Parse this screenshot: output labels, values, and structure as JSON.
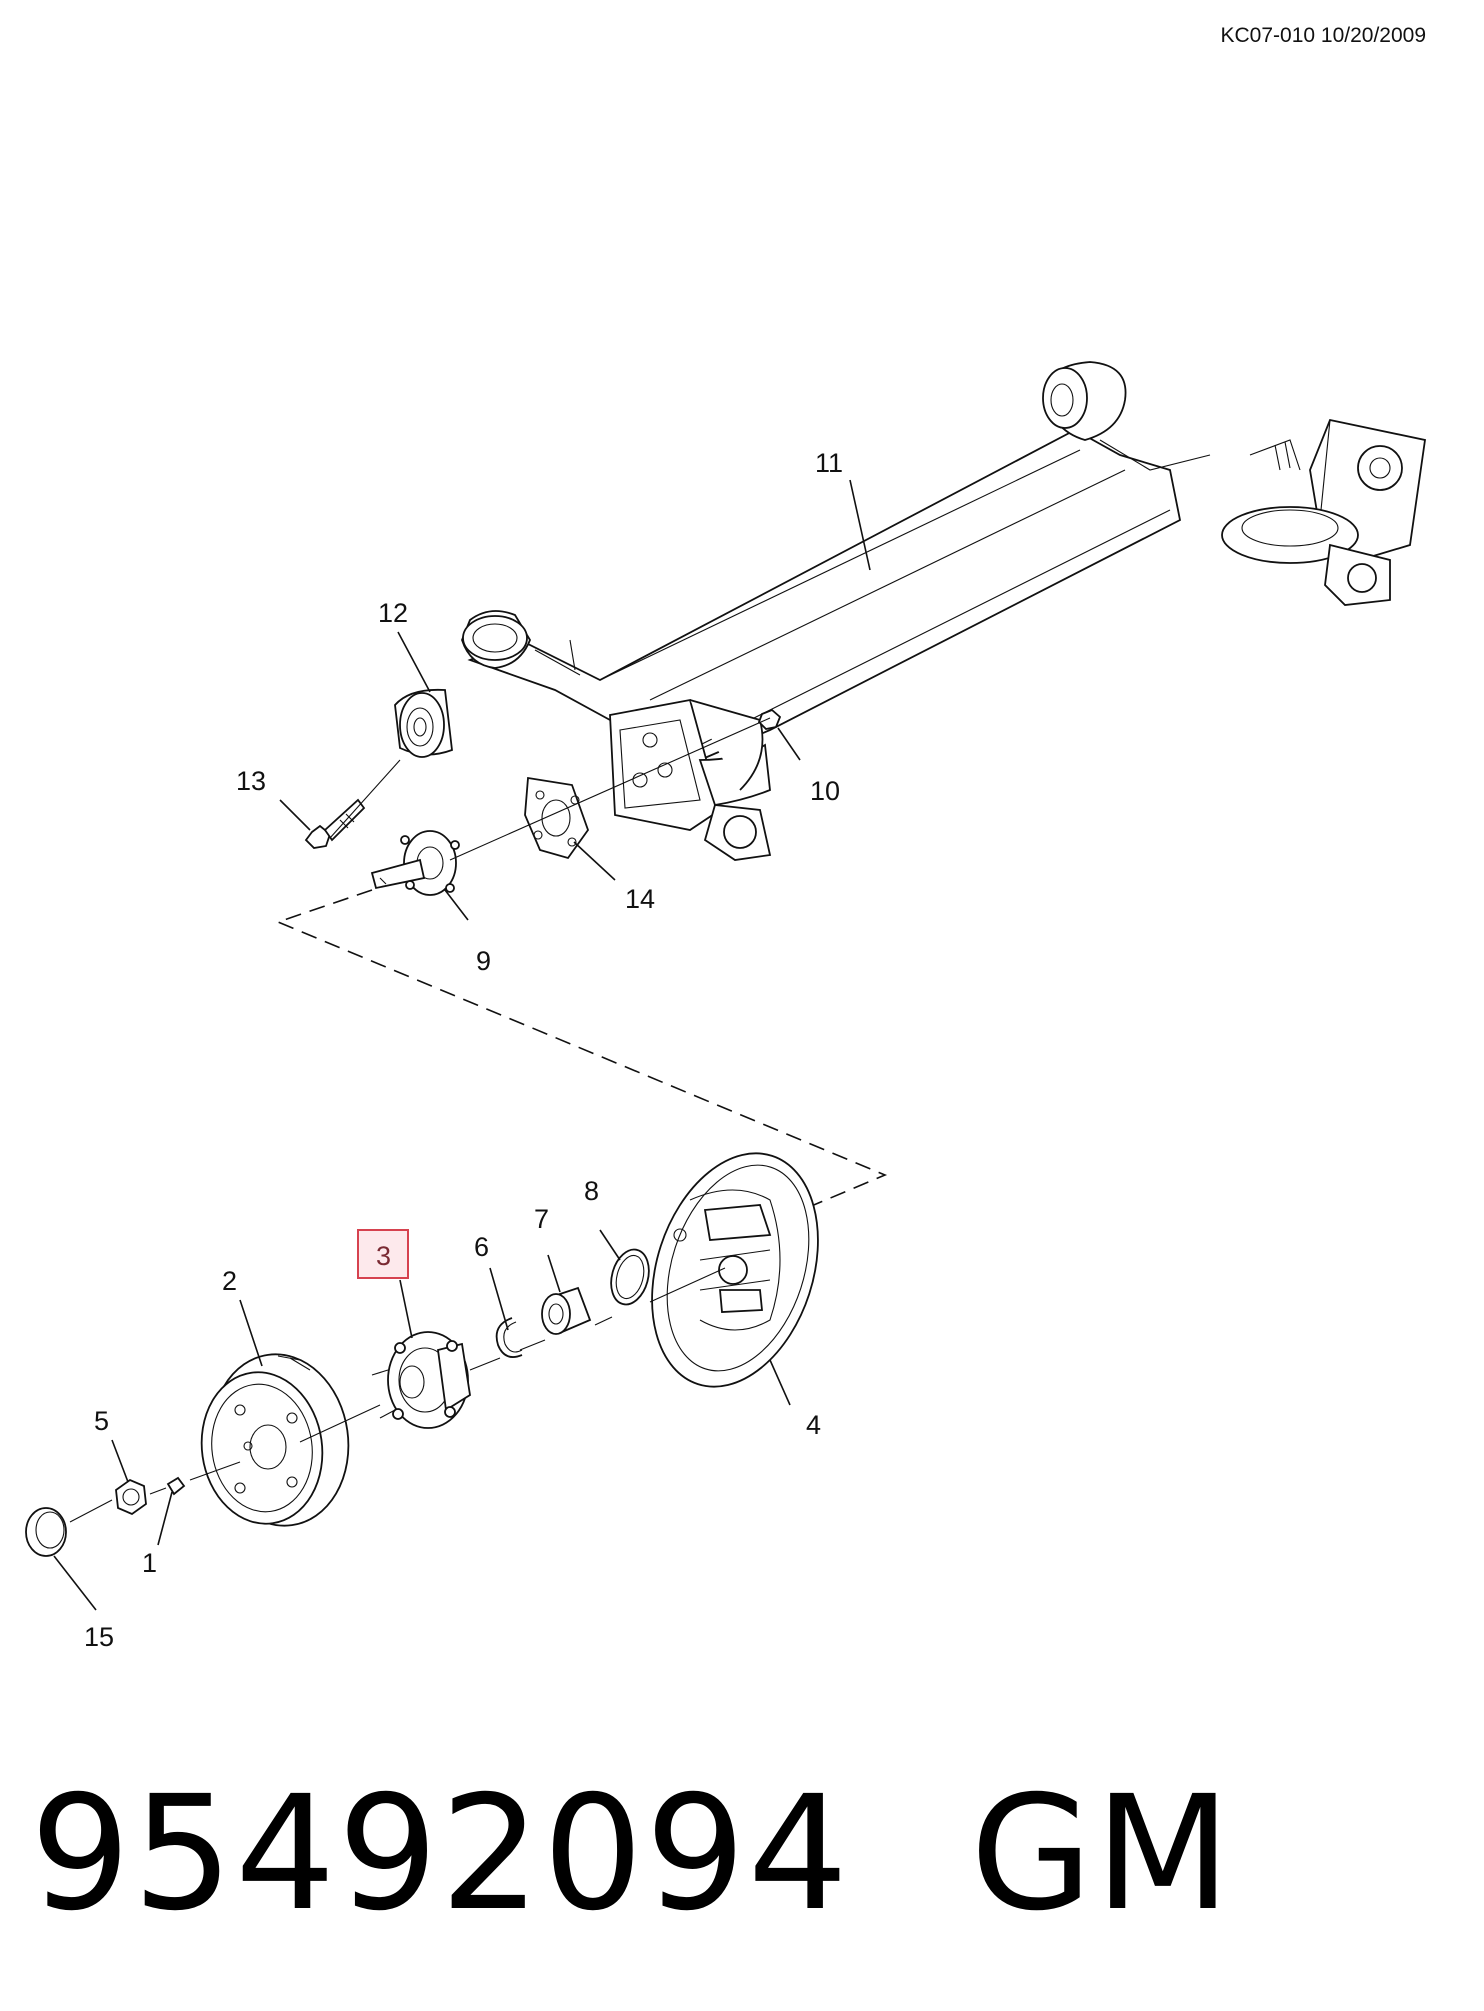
{
  "diagram_ref": "KC07-010 10/20/2009",
  "part_number": "95492094",
  "brand": "GM",
  "highlighted_callout": "3",
  "callouts": {
    "c1": "1",
    "c2": "2",
    "c3": "3",
    "c4": "4",
    "c5": "5",
    "c6": "6",
    "c7": "7",
    "c8": "8",
    "c9": "9",
    "c10": "10",
    "c11": "11",
    "c12": "12",
    "c13": "13",
    "c14": "14",
    "c15": "15"
  }
}
